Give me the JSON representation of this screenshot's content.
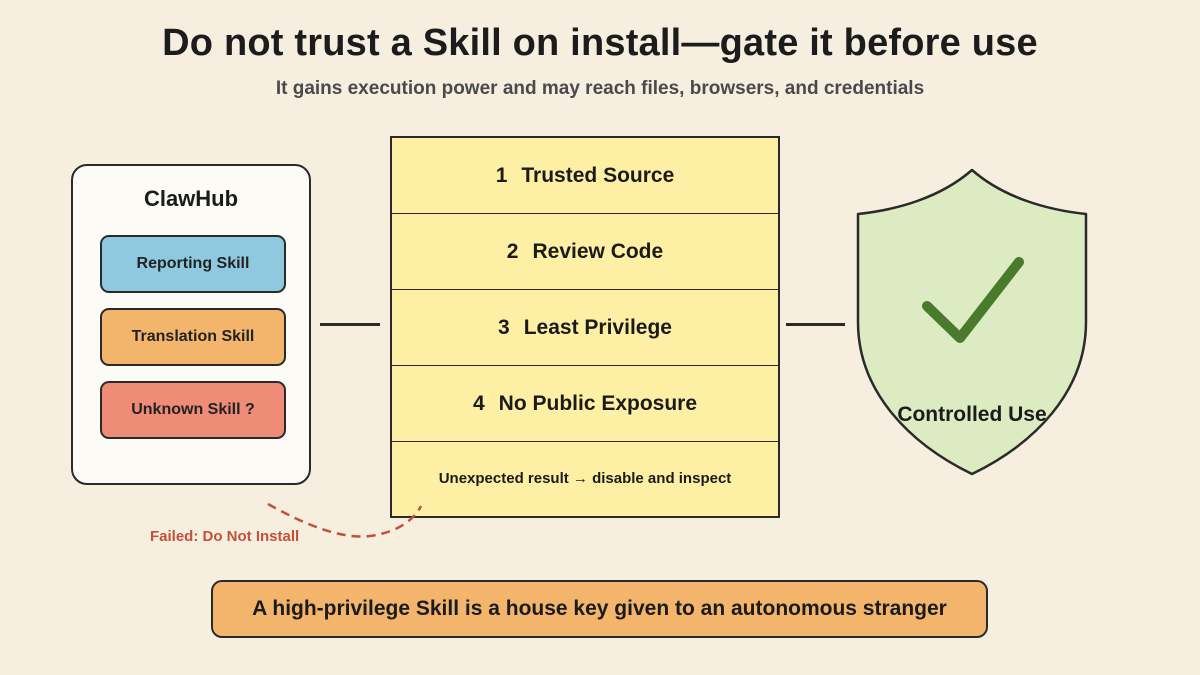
{
  "header": {
    "title": "Do not trust a Skill on install—gate it before use",
    "subtitle": "It gains execution power and may reach files, browsers, and credentials"
  },
  "hub": {
    "title": "ClawHub",
    "skills": [
      {
        "label": "Reporting Skill",
        "color": "#8fc9e0"
      },
      {
        "label": "Translation Skill",
        "color": "#f3b46c"
      },
      {
        "label": "Unknown Skill ?",
        "color": "#ee8c78"
      }
    ]
  },
  "gates": {
    "steps": [
      {
        "num": "1",
        "label": "Trusted Source"
      },
      {
        "num": "2",
        "label": "Review Code"
      },
      {
        "num": "3",
        "label": "Least Privilege"
      },
      {
        "num": "4",
        "label": "No Public Exposure"
      }
    ],
    "note": "Unexpected result → disable and inspect",
    "color": "#fdf0a4"
  },
  "outcome": {
    "label": "Controlled Use",
    "shield_color": "#dcebc2",
    "check_color": "#4a7a2c",
    "icon": "check-icon"
  },
  "failure": {
    "label": "Failed: Do Not Install",
    "color": "#c2503a"
  },
  "banner": {
    "text": "A high-privilege Skill is a house key given to an autonomous stranger",
    "color": "#f3b46c"
  }
}
